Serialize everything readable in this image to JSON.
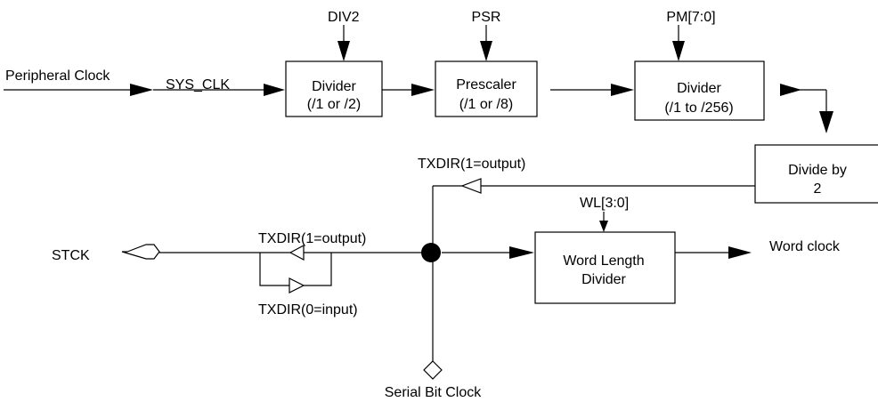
{
  "diagram": {
    "inputs": {
      "peripheral_clock": "Peripheral Clock",
      "sys_clk": "SYS_CLK",
      "div2": "DIV2",
      "psr": "PSR",
      "pm": "PM[7:0]",
      "wl": "WL[3:0]"
    },
    "blocks": {
      "divider1": {
        "title": "Divider",
        "sub": "(/1 or /2)"
      },
      "prescaler": {
        "title": "Prescaler",
        "sub": "(/1 or /8)"
      },
      "divider2": {
        "title": "Divider",
        "sub": "(/1 to /256)"
      },
      "divide_by_2": {
        "line1": "Divide by",
        "line2": "2"
      },
      "word_length": {
        "line1": "Word Length",
        "line2": "Divider"
      }
    },
    "signals": {
      "txdir_top": "TXDIR(1=output)",
      "txdir_out": "TXDIR(1=output)",
      "txdir_in": "TXDIR(0=input)",
      "stck": "STCK",
      "word_clock": "Word clock",
      "serial_bit_clock": "Serial Bit Clock"
    }
  }
}
